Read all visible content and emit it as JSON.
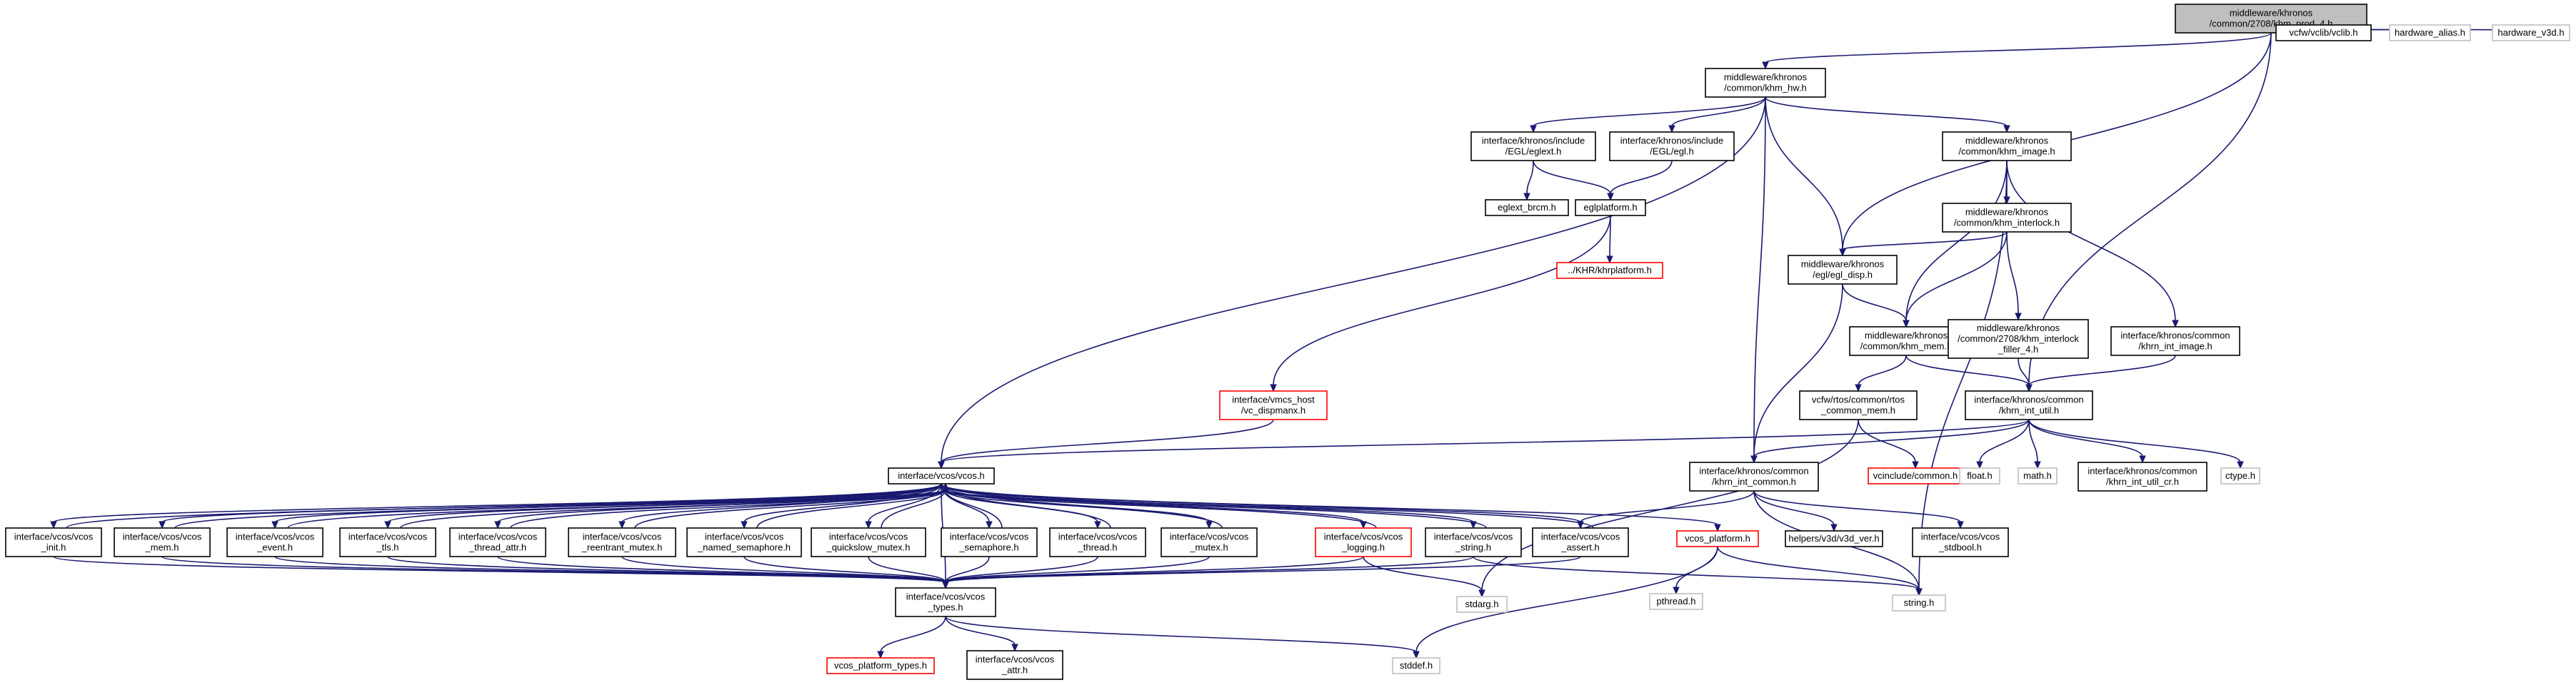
{
  "graph": {
    "nodes": [
      {
        "id": "khm_prod_4",
        "lines": [
          "middleware/khronos",
          "/common/2708/khm_prod_4.h"
        ],
        "style": "root"
      },
      {
        "id": "vclib",
        "lines": [
          "vcfw/vclib/vclib.h"
        ],
        "style": "normal"
      },
      {
        "id": "hardware_alias",
        "lines": [
          "hardware_alias.h"
        ],
        "style": "gray"
      },
      {
        "id": "hardware_v3d",
        "lines": [
          "hardware_v3d.h"
        ],
        "style": "gray"
      },
      {
        "id": "khm_hw",
        "lines": [
          "middleware/khronos",
          "/common/khm_hw.h"
        ],
        "style": "normal"
      },
      {
        "id": "eglext",
        "lines": [
          "interface/khronos/include",
          "/EGL/eglext.h"
        ],
        "style": "normal"
      },
      {
        "id": "egl",
        "lines": [
          "interface/khronos/include",
          "/EGL/egl.h"
        ],
        "style": "normal"
      },
      {
        "id": "khm_image",
        "lines": [
          "middleware/khronos",
          "/common/khm_image.h"
        ],
        "style": "normal"
      },
      {
        "id": "eglext_brcm",
        "lines": [
          "eglext_brcm.h"
        ],
        "style": "normal"
      },
      {
        "id": "eglplatform",
        "lines": [
          "eglplatform.h"
        ],
        "style": "normal"
      },
      {
        "id": "khm_interlock",
        "lines": [
          "middleware/khronos",
          "/common/khm_interlock.h"
        ],
        "style": "normal"
      },
      {
        "id": "khrplatform",
        "lines": [
          "../KHR/khrplatform.h"
        ],
        "style": "red"
      },
      {
        "id": "egl_disp",
        "lines": [
          "middleware/khronos",
          "/egl/egl_disp.h"
        ],
        "style": "normal"
      },
      {
        "id": "khm_mem",
        "lines": [
          "middleware/khronos",
          "/common/khm_mem.h"
        ],
        "style": "normal"
      },
      {
        "id": "interlock_filler",
        "lines": [
          "middleware/khronos",
          "/common/2708/khm_interlock",
          "_filler_4.h"
        ],
        "style": "normal"
      },
      {
        "id": "khrn_int_image",
        "lines": [
          "interface/khronos/common",
          "/khrn_int_image.h"
        ],
        "style": "normal"
      },
      {
        "id": "vc_dispmanx",
        "lines": [
          "interface/vmcs_host",
          "/vc_dispmanx.h"
        ],
        "style": "red"
      },
      {
        "id": "rtos_common_mem",
        "lines": [
          "vcfw/rtos/common/rtos",
          "_common_mem.h"
        ],
        "style": "normal"
      },
      {
        "id": "khrn_int_util",
        "lines": [
          "interface/khronos/common",
          "/khrn_int_util.h"
        ],
        "style": "normal"
      },
      {
        "id": "vcos",
        "lines": [
          "interface/vcos/vcos.h"
        ],
        "style": "normal"
      },
      {
        "id": "khrn_int_common",
        "lines": [
          "interface/khronos/common",
          "/khrn_int_common.h"
        ],
        "style": "normal"
      },
      {
        "id": "vcinclude_common",
        "lines": [
          "vcinclude/common.h"
        ],
        "style": "red"
      },
      {
        "id": "float",
        "lines": [
          "float.h"
        ],
        "style": "gray"
      },
      {
        "id": "math",
        "lines": [
          "math.h"
        ],
        "style": "gray"
      },
      {
        "id": "khrn_int_util_cr",
        "lines": [
          "interface/khronos/common",
          "/khrn_int_util_cr.h"
        ],
        "style": "normal"
      },
      {
        "id": "ctype",
        "lines": [
          "ctype.h"
        ],
        "style": "gray"
      },
      {
        "id": "vcos_init",
        "lines": [
          "interface/vcos/vcos",
          "_init.h"
        ],
        "style": "normal"
      },
      {
        "id": "vcos_mem",
        "lines": [
          "interface/vcos/vcos",
          "_mem.h"
        ],
        "style": "normal"
      },
      {
        "id": "vcos_event",
        "lines": [
          "interface/vcos/vcos",
          "_event.h"
        ],
        "style": "normal"
      },
      {
        "id": "vcos_tls",
        "lines": [
          "interface/vcos/vcos",
          "_tls.h"
        ],
        "style": "normal"
      },
      {
        "id": "vcos_thread_attr",
        "lines": [
          "interface/vcos/vcos",
          "_thread_attr.h"
        ],
        "style": "normal"
      },
      {
        "id": "vcos_reentrant_mutex",
        "lines": [
          "interface/vcos/vcos",
          "_reentrant_mutex.h"
        ],
        "style": "normal"
      },
      {
        "id": "vcos_named_semaphore",
        "lines": [
          "interface/vcos/vcos",
          "_named_semaphore.h"
        ],
        "style": "normal"
      },
      {
        "id": "vcos_quickslow_mutex",
        "lines": [
          "interface/vcos/vcos",
          "_quickslow_mutex.h"
        ],
        "style": "normal"
      },
      {
        "id": "vcos_semaphore",
        "lines": [
          "interface/vcos/vcos",
          "_semaphore.h"
        ],
        "style": "normal"
      },
      {
        "id": "vcos_thread",
        "lines": [
          "interface/vcos/vcos",
          "_thread.h"
        ],
        "style": "normal"
      },
      {
        "id": "vcos_mutex",
        "lines": [
          "interface/vcos/vcos",
          "_mutex.h"
        ],
        "style": "normal"
      },
      {
        "id": "vcos_logging",
        "lines": [
          "interface/vcos/vcos",
          "_logging.h"
        ],
        "style": "red"
      },
      {
        "id": "vcos_string",
        "lines": [
          "interface/vcos/vcos",
          "_string.h"
        ],
        "style": "normal"
      },
      {
        "id": "vcos_assert",
        "lines": [
          "interface/vcos/vcos",
          "_assert.h"
        ],
        "style": "normal"
      },
      {
        "id": "vcos_platform",
        "lines": [
          "vcos_platform.h"
        ],
        "style": "red"
      },
      {
        "id": "v3d_ver",
        "lines": [
          "helpers/v3d/v3d_ver.h"
        ],
        "style": "normal"
      },
      {
        "id": "vcos_stdbool",
        "lines": [
          "interface/vcos/vcos",
          "_stdbool.h"
        ],
        "style": "normal"
      },
      {
        "id": "vcos_types",
        "lines": [
          "interface/vcos/vcos",
          "_types.h"
        ],
        "style": "normal"
      },
      {
        "id": "stdarg",
        "lines": [
          "stdarg.h"
        ],
        "style": "gray"
      },
      {
        "id": "pthread",
        "lines": [
          "pthread.h"
        ],
        "style": "gray"
      },
      {
        "id": "string",
        "lines": [
          "string.h"
        ],
        "style": "gray"
      },
      {
        "id": "vcos_platform_types",
        "lines": [
          "vcos_platform_types.h"
        ],
        "style": "red"
      },
      {
        "id": "vcos_attr",
        "lines": [
          "interface/vcos/vcos",
          "_attr.h"
        ],
        "style": "normal"
      },
      {
        "id": "stddef",
        "lines": [
          "stddef.h"
        ],
        "style": "gray"
      }
    ],
    "edges": [
      [
        "khm_prod_4",
        "vclib"
      ],
      [
        "khm_prod_4",
        "hardware_alias"
      ],
      [
        "khm_prod_4",
        "hardware_v3d"
      ],
      [
        "khm_prod_4",
        "khm_hw"
      ],
      [
        "khm_prod_4",
        "egl_disp"
      ],
      [
        "khm_prod_4",
        "khrn_int_util"
      ],
      [
        "khm_hw",
        "eglext"
      ],
      [
        "khm_hw",
        "egl"
      ],
      [
        "khm_hw",
        "khm_image"
      ],
      [
        "khm_hw",
        "egl_disp"
      ],
      [
        "khm_hw",
        "khrn_int_common"
      ],
      [
        "khm_hw",
        "vcos"
      ],
      [
        "eglext",
        "eglext_brcm"
      ],
      [
        "eglext",
        "eglplatform"
      ],
      [
        "egl",
        "eglplatform"
      ],
      [
        "eglplatform",
        "khrplatform"
      ],
      [
        "eglplatform",
        "vc_dispmanx"
      ],
      [
        "khm_image",
        "khm_interlock"
      ],
      [
        "khm_image",
        "khm_mem"
      ],
      [
        "khm_image",
        "khrn_int_image"
      ],
      [
        "khm_image",
        "string"
      ],
      [
        "khm_interlock",
        "egl_disp"
      ],
      [
        "khm_interlock",
        "khm_mem"
      ],
      [
        "khm_interlock",
        "interlock_filler"
      ],
      [
        "egl_disp",
        "khm_mem"
      ],
      [
        "egl_disp",
        "khrn_int_common"
      ],
      [
        "khm_mem",
        "rtos_common_mem"
      ],
      [
        "khm_mem",
        "khrn_int_util"
      ],
      [
        "interlock_filler",
        "khrn_int_util"
      ],
      [
        "khrn_int_image",
        "khrn_int_util"
      ],
      [
        "vc_dispmanx",
        "vcos"
      ],
      [
        "rtos_common_mem",
        "vcinclude_common"
      ],
      [
        "rtos_common_mem",
        "stdarg"
      ],
      [
        "khrn_int_util",
        "khrn_int_common"
      ],
      [
        "khrn_int_util",
        "vcos"
      ],
      [
        "khrn_int_util",
        "float"
      ],
      [
        "khrn_int_util",
        "math"
      ],
      [
        "khrn_int_util",
        "khrn_int_util_cr"
      ],
      [
        "khrn_int_util",
        "ctype"
      ],
      [
        "khrn_int_common",
        "vcos_assert"
      ],
      [
        "khrn_int_common",
        "v3d_ver"
      ],
      [
        "khrn_int_common",
        "vcos_stdbool"
      ],
      [
        "khrn_int_common",
        "string"
      ],
      [
        "vcos",
        "vcos_init"
      ],
      [
        "vcos",
        "vcos_mem"
      ],
      [
        "vcos",
        "vcos_event"
      ],
      [
        "vcos",
        "vcos_tls"
      ],
      [
        "vcos",
        "vcos_thread_attr"
      ],
      [
        "vcos",
        "vcos_reentrant_mutex"
      ],
      [
        "vcos",
        "vcos_named_semaphore"
      ],
      [
        "vcos",
        "vcos_quickslow_mutex"
      ],
      [
        "vcos",
        "vcos_semaphore"
      ],
      [
        "vcos",
        "vcos_thread"
      ],
      [
        "vcos",
        "vcos_mutex"
      ],
      [
        "vcos",
        "vcos_logging"
      ],
      [
        "vcos",
        "vcos_string"
      ],
      [
        "vcos",
        "vcos_assert"
      ],
      [
        "vcos",
        "vcos_platform"
      ],
      [
        "vcos",
        "vcos_types"
      ],
      [
        "vcos_init",
        "vcos"
      ],
      [
        "vcos_mem",
        "vcos"
      ],
      [
        "vcos_event",
        "vcos"
      ],
      [
        "vcos_tls",
        "vcos"
      ],
      [
        "vcos_thread_attr",
        "vcos"
      ],
      [
        "vcos_reentrant_mutex",
        "vcos"
      ],
      [
        "vcos_named_semaphore",
        "vcos"
      ],
      [
        "vcos_quickslow_mutex",
        "vcos"
      ],
      [
        "vcos_semaphore",
        "vcos"
      ],
      [
        "vcos_thread",
        "vcos"
      ],
      [
        "vcos_mutex",
        "vcos"
      ],
      [
        "vcos_logging",
        "vcos"
      ],
      [
        "vcos_string",
        "vcos"
      ],
      [
        "vcos_assert",
        "vcos"
      ],
      [
        "vcos_init",
        "vcos_types"
      ],
      [
        "vcos_mem",
        "vcos_types"
      ],
      [
        "vcos_event",
        "vcos_types"
      ],
      [
        "vcos_tls",
        "vcos_types"
      ],
      [
        "vcos_thread_attr",
        "vcos_types"
      ],
      [
        "vcos_reentrant_mutex",
        "vcos_types"
      ],
      [
        "vcos_named_semaphore",
        "vcos_types"
      ],
      [
        "vcos_quickslow_mutex",
        "vcos_types"
      ],
      [
        "vcos_semaphore",
        "vcos_types"
      ],
      [
        "vcos_thread",
        "vcos_types"
      ],
      [
        "vcos_mutex",
        "vcos_types"
      ],
      [
        "vcos_logging",
        "vcos_types"
      ],
      [
        "vcos_string",
        "vcos_types"
      ],
      [
        "vcos_assert",
        "vcos_types"
      ],
      [
        "vcos_logging",
        "stdarg"
      ],
      [
        "vcos_string",
        "string"
      ],
      [
        "vcos_platform",
        "pthread"
      ],
      [
        "vcos_platform",
        "string"
      ],
      [
        "vcos_platform",
        "stddef"
      ],
      [
        "vcos_types",
        "vcos_platform_types"
      ],
      [
        "vcos_types",
        "vcos_attr"
      ],
      [
        "vcos_types",
        "stddef"
      ]
    ]
  }
}
